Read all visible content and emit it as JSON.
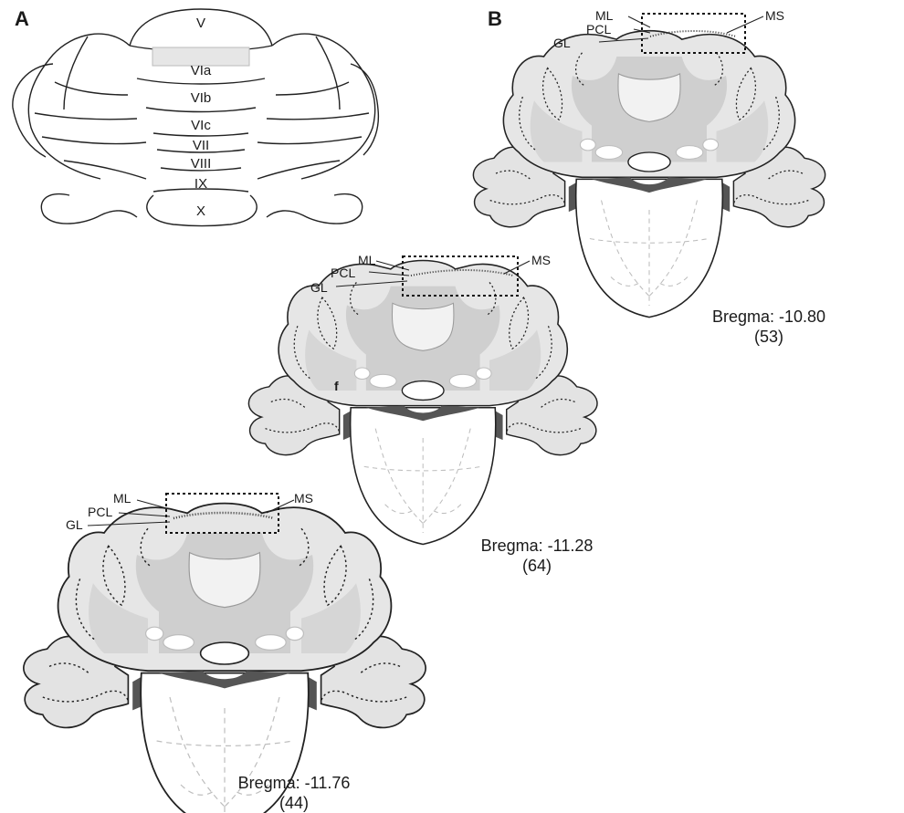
{
  "panels": {
    "a": {
      "letter": "A",
      "lobules": [
        "V",
        "VIa",
        "VIb",
        "VIc",
        "VII",
        "VIII",
        "IX",
        "X"
      ]
    },
    "b": {
      "letter": "B"
    }
  },
  "layer_labels": {
    "ml": "ML",
    "pcl": "PCL",
    "gl": "GL",
    "ms": "MS",
    "f": "f"
  },
  "sections": [
    {
      "bregma": "Bregma: -10.80",
      "plate": "(53)"
    },
    {
      "bregma": "Bregma: -11.28",
      "plate": "(64)"
    },
    {
      "bregma": "Bregma: -11.76",
      "plate": "(44)"
    }
  ],
  "colors": {
    "white_matter": "#cfcfcf",
    "gray_matter": "#e8e8e8",
    "dark_region": "#555555",
    "line": "#222222"
  }
}
